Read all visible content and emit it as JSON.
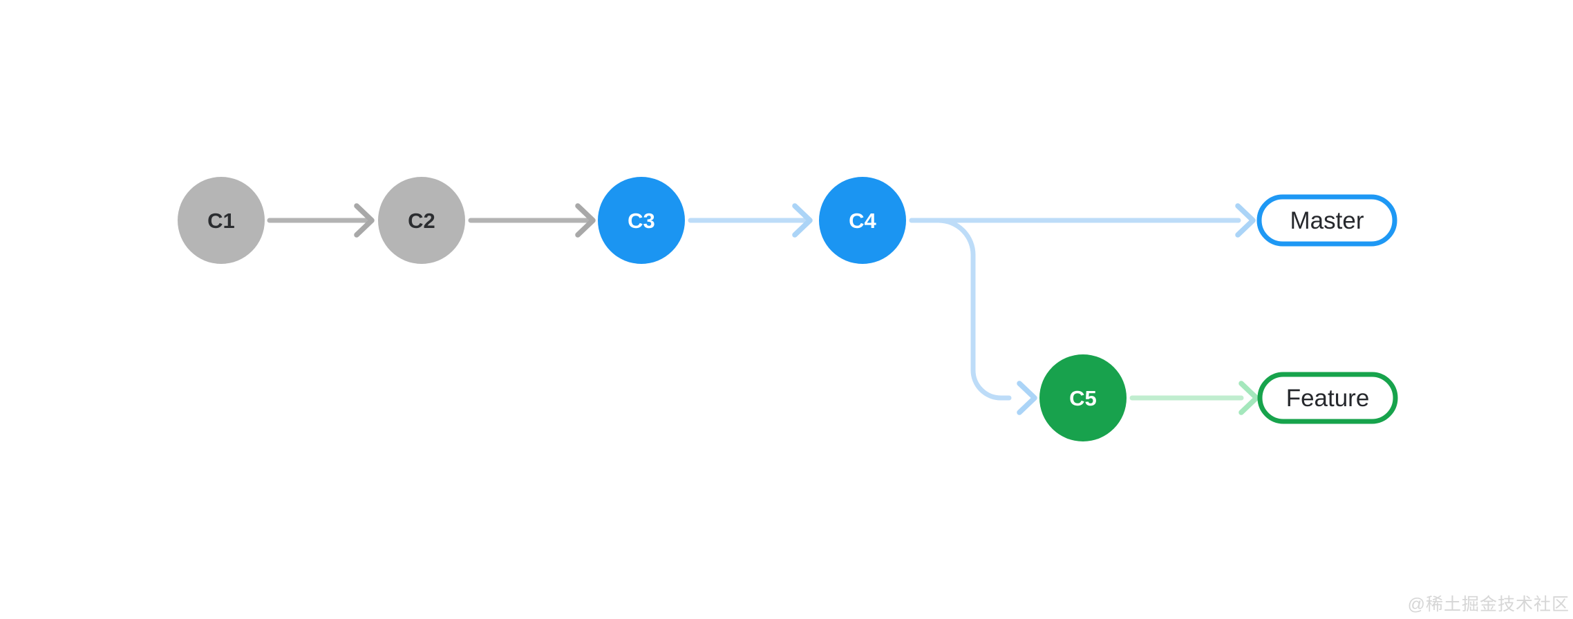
{
  "diagram": {
    "description": "Git branch graph: commits C1-C4 on master, C5 on a feature branch forked from C4",
    "background_color": "#ffffff",
    "nodes": [
      {
        "id": "C1",
        "label": "C1",
        "kind": "commit",
        "fill": "#b5b5b5",
        "label_color": "#2b2d30"
      },
      {
        "id": "C2",
        "label": "C2",
        "kind": "commit",
        "fill": "#b5b5b5",
        "label_color": "#2b2d30"
      },
      {
        "id": "C3",
        "label": "C3",
        "kind": "commit",
        "fill": "#1b95f2",
        "label_color": "#ffffff"
      },
      {
        "id": "C4",
        "label": "C4",
        "kind": "commit",
        "fill": "#1b95f2",
        "label_color": "#ffffff"
      },
      {
        "id": "C5",
        "label": "C5",
        "kind": "commit",
        "fill": "#18a24d",
        "label_color": "#ffffff"
      }
    ],
    "branch_labels": [
      {
        "id": "master",
        "label": "Master",
        "fill": "#ffffff",
        "border_color": "#1e98f4",
        "text_color": "#26282c"
      },
      {
        "id": "feature",
        "label": "Feature",
        "fill": "#ffffff",
        "border_color": "#17a34c",
        "text_color": "#26282c"
      }
    ],
    "edges": [
      {
        "from": "C1",
        "to": "C2",
        "line_color": "#b3b3b3",
        "head_color": "#a8a8a8"
      },
      {
        "from": "C2",
        "to": "C3",
        "line_color": "#b3b3b3",
        "head_color": "#a8a8a8"
      },
      {
        "from": "C3",
        "to": "C4",
        "line_color": "#bddcf8",
        "head_color": "#abd4f7"
      },
      {
        "from": "C4",
        "to": "Master",
        "line_color": "#bddcf8",
        "head_color": "#abd4f7"
      },
      {
        "from": "C4",
        "to": "C5",
        "line_color": "#bddcf8",
        "head_color": "#abd4f7"
      },
      {
        "from": "C5",
        "to": "Feature",
        "line_color": "#c0edcf",
        "head_color": "#a4e7bc"
      }
    ]
  },
  "watermark": {
    "text": "@稀土掘金技术社区",
    "color": "#d6d6d6"
  }
}
